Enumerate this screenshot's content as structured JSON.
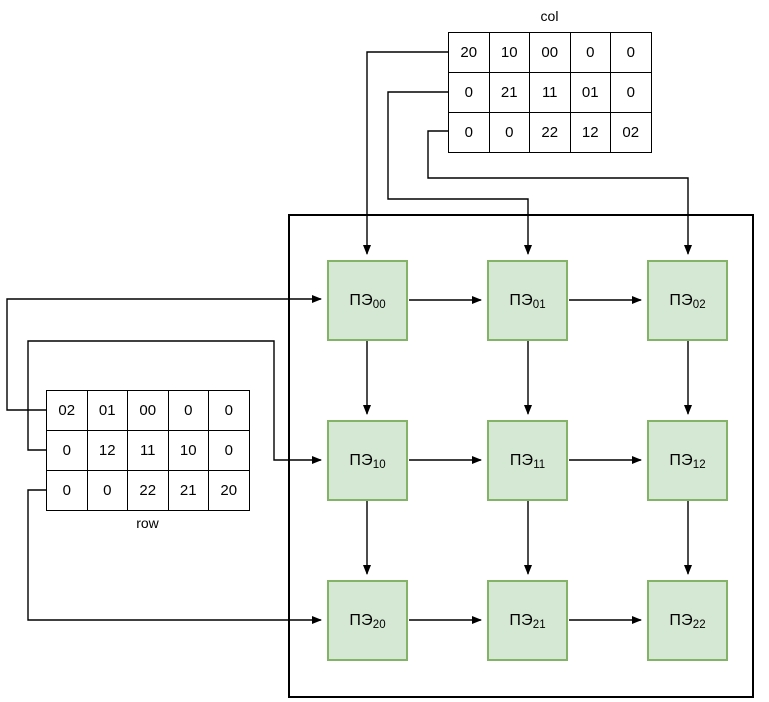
{
  "diagram": {
    "title": "systolic-array-matrix-multiply",
    "colors": {
      "pe_fill": "#d5e8d4",
      "pe_border": "#82b366",
      "line": "#000000",
      "background": "#ffffff"
    }
  },
  "col_matrix": {
    "label": "col",
    "rows": [
      [
        "20",
        "10",
        "00",
        "0",
        "0"
      ],
      [
        "0",
        "21",
        "11",
        "01",
        "0"
      ],
      [
        "0",
        "0",
        "22",
        "12",
        "02"
      ]
    ]
  },
  "row_matrix": {
    "label": "row",
    "rows": [
      [
        "02",
        "01",
        "00",
        "0",
        "0"
      ],
      [
        "0",
        "12",
        "11",
        "10",
        "0"
      ],
      [
        "0",
        "0",
        "22",
        "21",
        "20"
      ]
    ]
  },
  "pe_array": {
    "prefix": "ПЭ",
    "cells": [
      [
        {
          "prefix": "ПЭ",
          "index": "00"
        },
        {
          "prefix": "ПЭ",
          "index": "01"
        },
        {
          "prefix": "ПЭ",
          "index": "02"
        }
      ],
      [
        {
          "prefix": "ПЭ",
          "index": "10"
        },
        {
          "prefix": "ПЭ",
          "index": "11"
        },
        {
          "prefix": "ПЭ",
          "index": "12"
        }
      ],
      [
        {
          "prefix": "ПЭ",
          "index": "20"
        },
        {
          "prefix": "ПЭ",
          "index": "21"
        },
        {
          "prefix": "ПЭ",
          "index": "22"
        }
      ]
    ]
  }
}
